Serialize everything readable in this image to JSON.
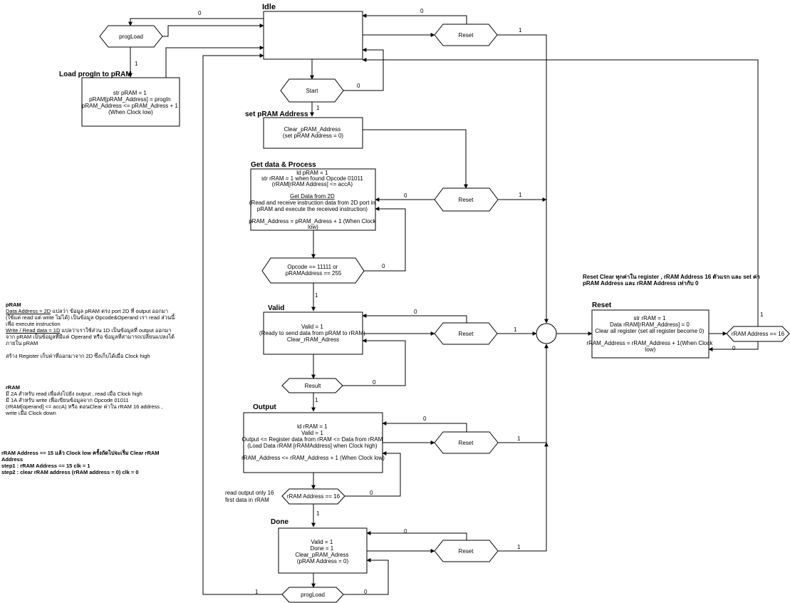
{
  "states": {
    "idle": {
      "title": "Idle",
      "lines": []
    },
    "load": {
      "title": "Load progIn to pRAM",
      "lines": [
        "str pRAM = 1",
        "pRAM[pRAM_Address] = progIn",
        "pRAM_Address <= pRAM_Adress + 1",
        "(When Clock low)"
      ]
    },
    "setaddr": {
      "title": "set pRAM Address",
      "lines": [
        "Clear_pRAM_Address",
        "(set pRAM Address = 0)"
      ]
    },
    "getdata": {
      "title": "Get data & Process",
      "lines": [
        "ld pRAM = 1",
        "str rRAM = 1 when found Opcode 01011",
        "(rRAM[rRAM Address] <= accA)",
        "",
        "Get Data from 2D",
        "(Read and receive instruction data from 2D port in",
        "pRAM and execute the received instruction)",
        "",
        "pRAM_Address = pRAM_Adress + 1 (When Clock",
        "low)"
      ]
    },
    "valid": {
      "title": "Valid",
      "lines": [
        "Valid = 1",
        "(Ready to send data from pRAM to rRAM)",
        "Clear_rRAM_Adress"
      ]
    },
    "output": {
      "title": "Output",
      "lines": [
        "ld rRAM = 1",
        "Valid = 1",
        "Output <= Register data from rRAM <= Data from rRAM",
        "(Load Data rRAM [rRAMAddress] when Clock high)",
        "",
        "rRAM_Address <= rRAM_Address + 1 (When Clock low)"
      ]
    },
    "done": {
      "title": "Done",
      "lines": [
        "Valid = 1",
        "Done = 1",
        "Clear_pRAM_Adress",
        "(pRAM Address = 0)"
      ]
    },
    "reset": {
      "title": "Reset",
      "lines": [
        "str rRAM = 1",
        "Data rRAM[rRAM_Address] = 0",
        "Clear all register (set all register become 0)",
        "",
        "rRAM_Address = rRAM_Address + 1(When Clock",
        "low)"
      ]
    }
  },
  "decisions": {
    "progload_top": "progLoad",
    "reset_idle": "Reset",
    "start": "Start",
    "reset_get": "Reset",
    "opcode": [
      "Opcode == 11111 or",
      "pRAMAddress == 255"
    ],
    "reset_valid": "Reset",
    "result": "Result",
    "reset_output": "Reset",
    "rram16_out": "rRAM Address == 16",
    "reset_done": "Reset",
    "progload_bottom": "progLoad",
    "rram16_reset": "rRAM Address == 16"
  },
  "edge_labels": {
    "idle_progload": "0",
    "progload_load": "1",
    "reset_idle_0": "0",
    "reset_idle_1": "1",
    "start_0": "0",
    "start_1": "1",
    "reset_get_0": "0",
    "reset_get_1": "1",
    "opcode_0": "0",
    "opcode_1": "1",
    "reset_valid_0": "0",
    "reset_valid_1": "1",
    "result_0": "0",
    "result_1": "1",
    "reset_output_0": "0",
    "reset_output_1": "1",
    "rram16_out_0": "0",
    "rram16_out_1": "1",
    "reset_done_0": "0",
    "reset_done_1": "1",
    "progload_bottom_1": "1",
    "progload_bottom_0": "0",
    "rram16_reset_1": "1",
    "rram16_reset_0": "0"
  },
  "annotations": {
    "read_output": [
      "read output only 16",
      "first data in rRAM"
    ],
    "reset_clear": [
      "Reset Clear ทุกค่าใน register , rRAM Address 16 ตัวแรก และ set ค่า",
      "pRAM Address และ rRAM Address เท่ากับ 0"
    ],
    "pram_note": {
      "heading": "pRAM",
      "line1_u": "Data Address = 2D",
      "line1_rest": " แปลว่า ข้อมูล pRAM ตรง port 2D ที่ output ออกมา",
      "line2": "(ใช้แค่ read แต่ write ไม่ได้) เป็นข้อมูล Opcode&Operand  เรา read ส่วนนี้",
      "line3": "เพื่อ execute instruction",
      "line4_u": "Write / Read data = 1D",
      "line4_rest": " แปลว่าเราใช้ส่วน 1D เป็นข้อมูลที่ output ออกมา",
      "line5": "จาก pRAM เป็นข้อมูลที่มีแค่ Operand หรือ ข้อมูลที่สามารถเปลี่ยนแปลงได้",
      "line6": "ภายใน pRAM",
      "line7": "สร้าง Register เก็บค่าที่ออกมาจาก 2D ซึ่งเก็บได้เมื่อ Clock high"
    },
    "rram_note": {
      "heading": "rRAM",
      "lines": [
        "มี 2A สำหรับ read เพื่อส่งไปยัง output , read เมื่อ Clock high",
        "มี 1A สำหรับ write เพื่อเขียนข้อมูลจาก Opcode 01011",
        " (rRAM[operand] <= accA) หรือ ตอนClear ค่าใน rRAM 16 address ,",
        "write เมื่อ Clock down"
      ]
    },
    "step_note": [
      "rRAM Address == 15 แล้ว Clock low ครั้งถัดไปจะเริ่ม Clear rRAM",
      "Address",
      "step1 : rRAM Address == 15   clk = 1",
      "step2 : clear rRAM address (rRAM address = 0) clk = 0"
    ]
  }
}
